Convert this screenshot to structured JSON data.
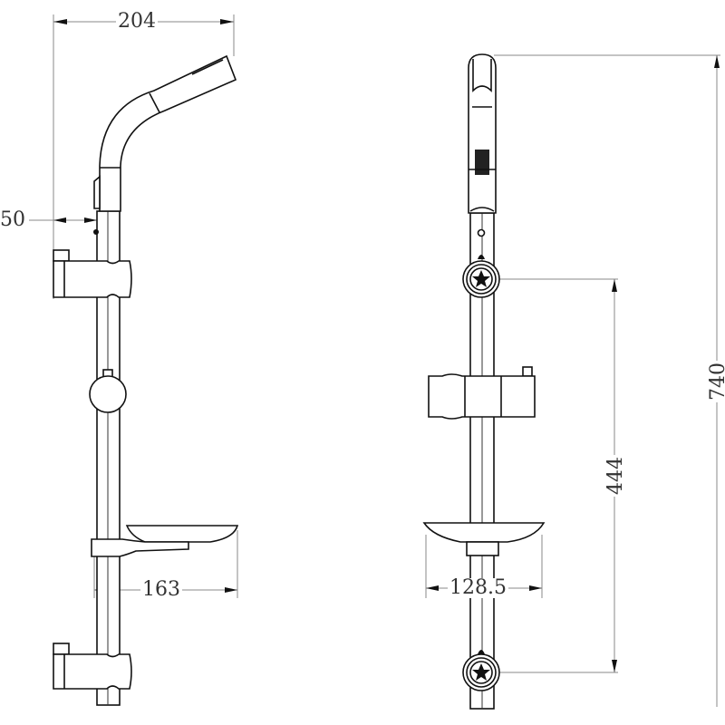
{
  "dimensions": {
    "overall_width": "204",
    "wall_offset": "50",
    "soap_dish_depth": "163",
    "soap_dish_width": "128.5",
    "bracket_spacing": "444",
    "overall_height": "740"
  },
  "colors": {
    "line": "#111111",
    "dimension_line": "#888888"
  }
}
